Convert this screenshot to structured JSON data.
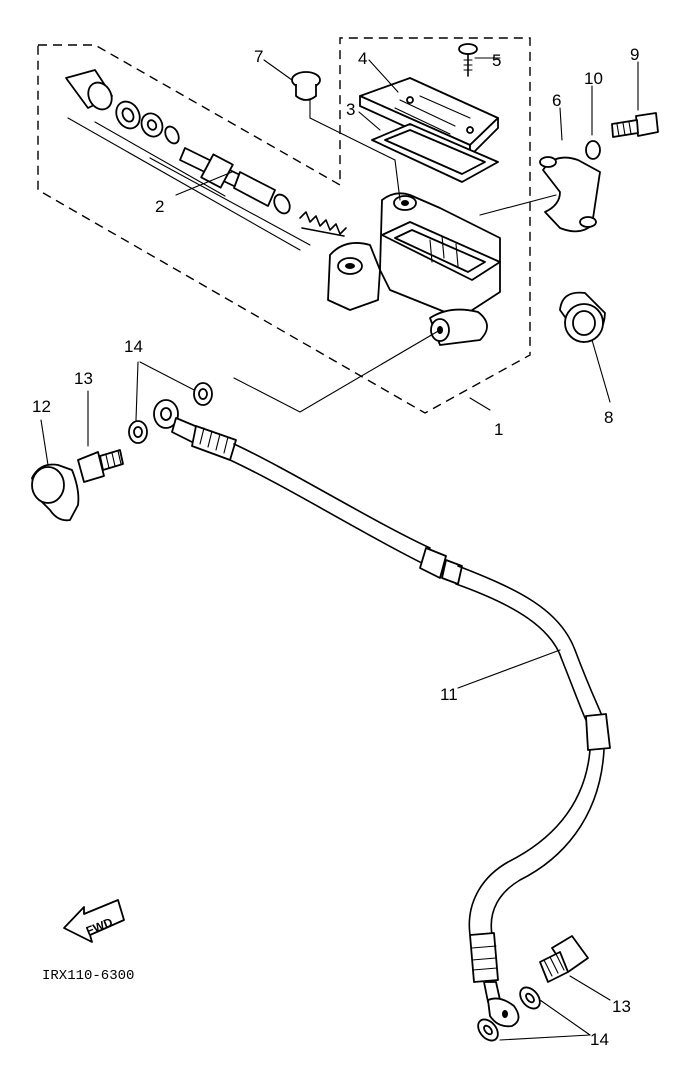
{
  "diagram": {
    "code": "IRX110-6300",
    "fwd_label": "FWD",
    "callouts": {
      "c1": "1",
      "c2": "2",
      "c3": "3",
      "c4": "4",
      "c5": "5",
      "c6": "6",
      "c7": "7",
      "c8": "8",
      "c9": "9",
      "c10": "10",
      "c11": "11",
      "c12": "12",
      "c13_top": "13",
      "c13_bottom": "13",
      "c14_top": "14",
      "c14_bottom": "14"
    }
  }
}
